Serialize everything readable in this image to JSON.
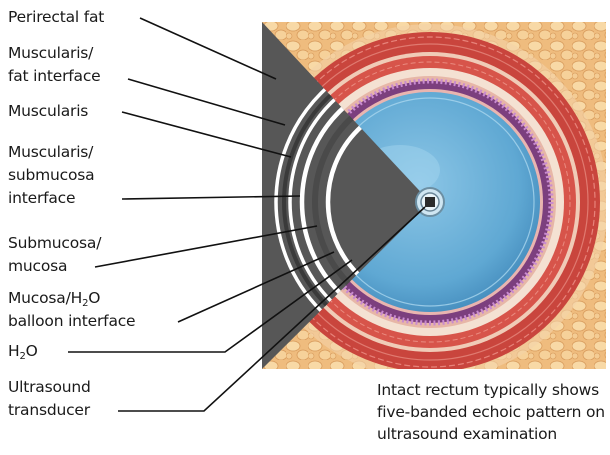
{
  "labels": {
    "perirectal_fat": [
      "Perirectal fat"
    ],
    "muscularis_fat_interface": [
      "Muscularis/",
      "fat interface"
    ],
    "muscularis": [
      "Muscularis"
    ],
    "muscularis_submucosa_interface": [
      "Muscularis/",
      "submucosa",
      "interface"
    ],
    "submucosa_mucosa": [
      "Submucosa/",
      "mucosa"
    ],
    "mucosa_h2o_balloon_interface": {
      "line1_pre": "Mucosa/H",
      "line1_sub": "2",
      "line1_post": "O",
      "line2": "balloon interface"
    },
    "h2o": {
      "pre": "H",
      "sub": "2",
      "post": "O"
    },
    "ultrasound_transducer": [
      "Ultrasound",
      "transducer"
    ]
  },
  "caption": [
    "Intact rectum typically shows",
    "five-banded echoic pattern on",
    "ultrasound examination"
  ],
  "colors": {
    "fat": "#f2c48a",
    "fat_blob": "#f7d9a8",
    "muscle": "#d8564a",
    "muscle_dark": "#b83c35",
    "submucosa": "#f1d9c9",
    "mucosa_purple": "#9a5c9a",
    "water": "#5fa8d3",
    "sonogram": "#555555",
    "echo_band": "#ffffff",
    "leader_line": "#111111"
  }
}
